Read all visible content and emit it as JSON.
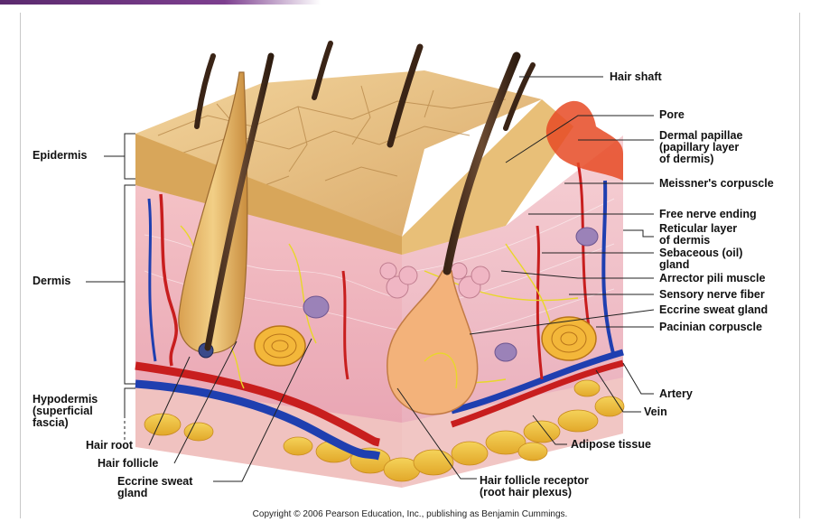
{
  "colors": {
    "accent_bar": "#5b2a6e"
  },
  "labels_right": {
    "hair_shaft": "Hair shaft",
    "pore": "Pore",
    "dermal_papillae": "Dermal papillae\n(papillary layer\n of dermis)",
    "meissners_corpuscle": "Meissner's corpuscle",
    "free_nerve_ending": "Free nerve ending",
    "reticular_layer": "Reticular layer\nof dermis",
    "sebaceous_gland": "Sebaceous (oil)\ngland",
    "arrector_pili": "Arrector pili muscle",
    "sensory_nerve_fiber": "Sensory nerve fiber",
    "eccrine_sweat_gland_right": "Eccrine sweat gland",
    "pacinian_corpuscle": "Pacinian corpuscle",
    "artery": "Artery",
    "vein": "Vein",
    "adipose_tissue": "Adipose tissue",
    "hair_follicle_receptor": "Hair follicle receptor\n(root hair plexus)"
  },
  "labels_left": {
    "epidermis": "Epidermis",
    "dermis": "Dermis",
    "hypodermis": "Hypodermis\n(superficial\nfascia)",
    "hair_root": "Hair root",
    "hair_follicle": "Hair follicle",
    "eccrine_sweat_gland_left": "Eccrine sweat\ngland"
  },
  "copyright": "Copyright © 2006 Pearson Education, Inc., publishing as Benjamin Cummings."
}
